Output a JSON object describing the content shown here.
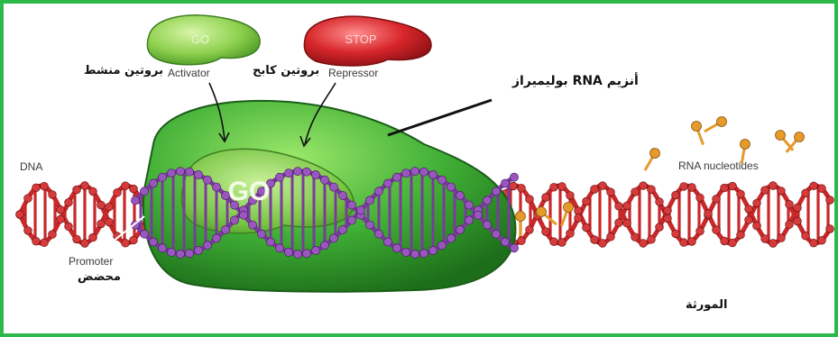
{
  "labels": {
    "dna": "DNA",
    "activator_en": "Activator",
    "activator_ar": "بروتين منشط",
    "repressor_en": "Repressor",
    "repressor_ar": "بروتين كابح",
    "rna_polymerase_ar": "أنزيم RNA بوليميراز",
    "rna_nucleotides": "RNA nucleotides",
    "promoter_en": "Promoter",
    "promoter_ar": "محضض",
    "gene_ar": "المورثة",
    "go_small": "GO",
    "stop": "STOP",
    "go_big": "GO"
  },
  "colors": {
    "border": "#2db84a",
    "polymerase": "#3fae35",
    "activator": "#8fd14f",
    "repressor": "#d8262b",
    "dna_red": "#c8282a",
    "dna_purple": "#7a3c9c",
    "nucleotide": "#e59a2a"
  }
}
